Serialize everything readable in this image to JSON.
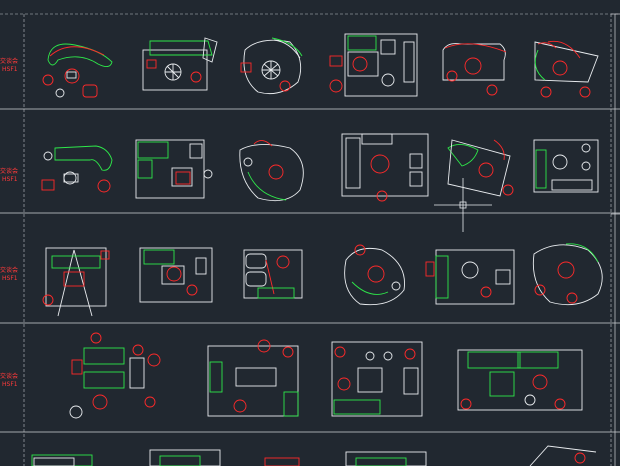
{
  "drawing": {
    "background": "#212830",
    "line_colors": {
      "furniture": "#e9ecef",
      "accent_green": "#2ee84a",
      "accent_red": "#ff2a2a"
    },
    "row_labels": [
      {
        "text1": "交谈会",
        "text2": "HSF1"
      },
      {
        "text1": "交谈会",
        "text2": "HSF1"
      },
      {
        "text1": "交谈会",
        "text2": "HSF1"
      },
      {
        "text1": "交谈会",
        "text2": "HSF1"
      }
    ]
  }
}
